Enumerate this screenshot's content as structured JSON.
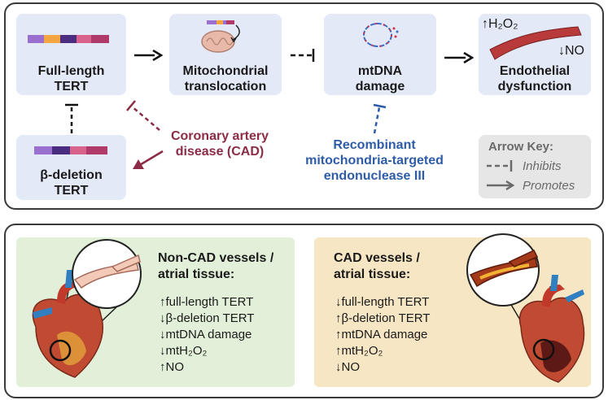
{
  "top": {
    "full_length_tert": {
      "line1": "Full-length",
      "line2": "TERT"
    },
    "mito_translocation": {
      "line1": "Mitochondrial",
      "line2": "translocation"
    },
    "mtdna_damage": {
      "line1": "mtDNA",
      "line2": "damage"
    },
    "endothelial": {
      "line1": "Endothelial",
      "line2": "dysfunction",
      "h2o2": "↑H₂O₂",
      "no": "↓NO"
    },
    "beta_deletion_tert": {
      "line1": "β-deletion",
      "line2": "TERT"
    },
    "cad": {
      "line1": "Coronary artery",
      "line2": "disease (CAD)"
    },
    "endonuclease": {
      "line1": "Recombinant",
      "line2": "mitochondria-targeted",
      "line3": "endonuclease III"
    },
    "arrow_key": {
      "title": "Arrow Key:",
      "inhibits": "Inhibits",
      "promotes": "Promotes"
    }
  },
  "bottom": {
    "non_cad": {
      "title_line1": "Non-CAD vessels /",
      "title_line2": "atrial tissue:",
      "items": [
        "↑full-length TERT",
        "↓β-deletion TERT",
        "↓mtDNA damage",
        "↓mtH₂O₂",
        "↑NO"
      ]
    },
    "cad": {
      "title_line1": "CAD vessels /",
      "title_line2": "atrial tissue:",
      "items": [
        "↓full-length TERT",
        "↑β-deletion TERT",
        "↑mtDNA damage",
        "↑mtH₂O₂",
        "↓NO"
      ]
    }
  },
  "colors": {
    "box_fill": "#e3e9f7",
    "cad_red": "#8c2b45",
    "endonuclease_blue": "#2e5ca8",
    "non_cad_fill": "#e2f0d9",
    "cad_fill": "#f6e6c4",
    "tert_segments": [
      "#9b6fd0",
      "#f2a541",
      "#4a2c80",
      "#d9628c",
      "#b03a6a"
    ]
  }
}
